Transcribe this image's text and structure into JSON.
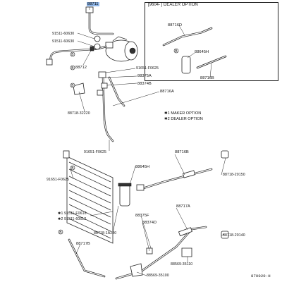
{
  "option_box_title": "[9604-    ] DEALER OPTION",
  "notes": [
    "✱1 MAKER OPTION",
    "✱2 DEALER OPTION"
  ],
  "diagram_code": "870020-H",
  "labels": {
    "p88711": "88711",
    "p91511_60630a": "91511-60630",
    "p91511_60630b": "91511-60630",
    "p88712": "88712",
    "p91651_f0625a": "91651-F0625",
    "p88375a": "88375A",
    "p88374b": "88374B",
    "p88716a": "88716A",
    "p88718_32220": "88718-32220",
    "p91651_f0625b": "91651-F0625",
    "p91651_f0625c": "91651-F0625",
    "p88716d": "88716D",
    "p88645h_top": "88645H",
    "p88716b_top": "88716B",
    "p88716b": "88716B",
    "p88645h": "88645H",
    "p88718_20150": "88718-20150",
    "p88717a": "88717A",
    "p88375f": "88375F",
    "p88374d": "88374D",
    "p88718_20140": "88718-20140",
    "p91511_f0616": "✱1 91511-F0616",
    "p91511_60612": "✱2 91511-60612",
    "p88718_1a280": "88718-1A280",
    "p88717b": "88717B",
    "p88569_35110": "88569-35110",
    "p88569_35100": "88569-35100"
  },
  "callout_letter": "B"
}
